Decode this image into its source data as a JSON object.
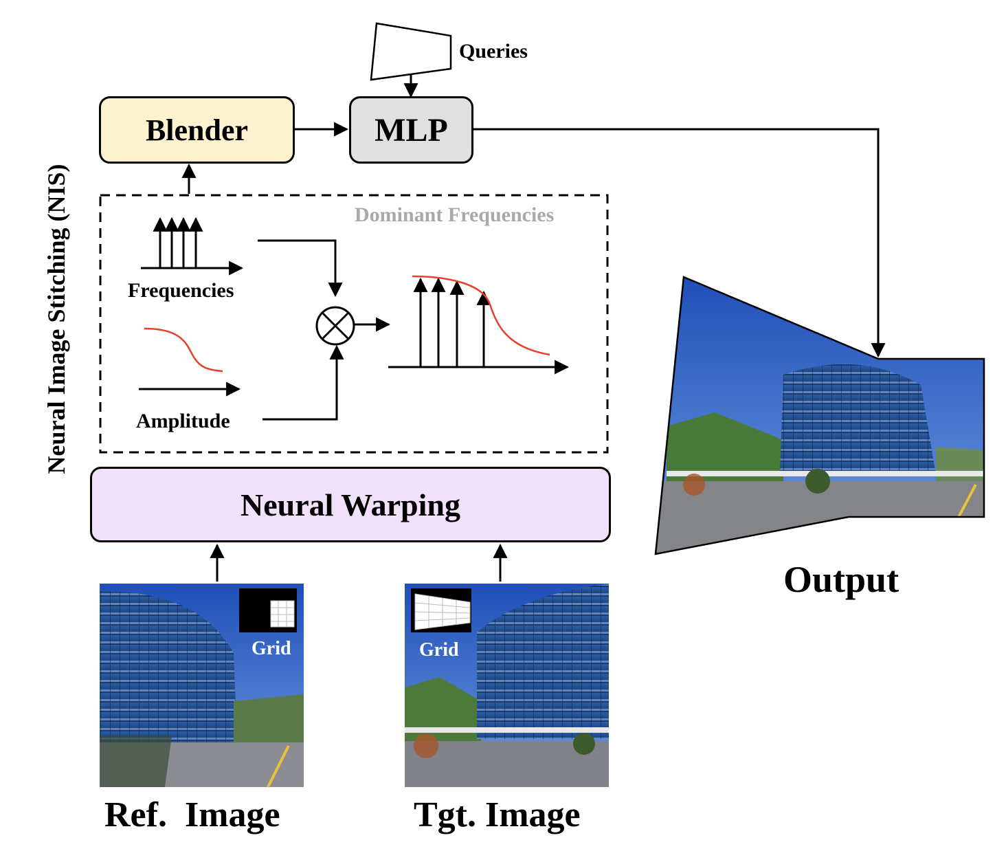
{
  "side_title": "Neural Image Stitching (NIS)",
  "queries_label": "Queries",
  "blender_label": "Blender",
  "mlp_label": "MLP",
  "dominant_freq_label": "Dominant Frequencies",
  "frequencies_label": "Frequencies",
  "amplitude_label": "Amplitude",
  "neural_warping_label": "Neural Warping",
  "ref_grid_label": "Grid",
  "tgt_grid_label": "Grid",
  "ref_caption": "Ref.  Image",
  "tgt_caption": "Tgt. Image",
  "output_caption": "Output",
  "colors": {
    "blender_fill": "#fdf2d0",
    "mlp_fill": "#e0e0e0",
    "warping_fill": "#f1e1fa",
    "amplitude_curve": "#e8402a",
    "dominant_text": "#a9a9a9",
    "sky": "#2f63c9",
    "building": "#27508f"
  }
}
